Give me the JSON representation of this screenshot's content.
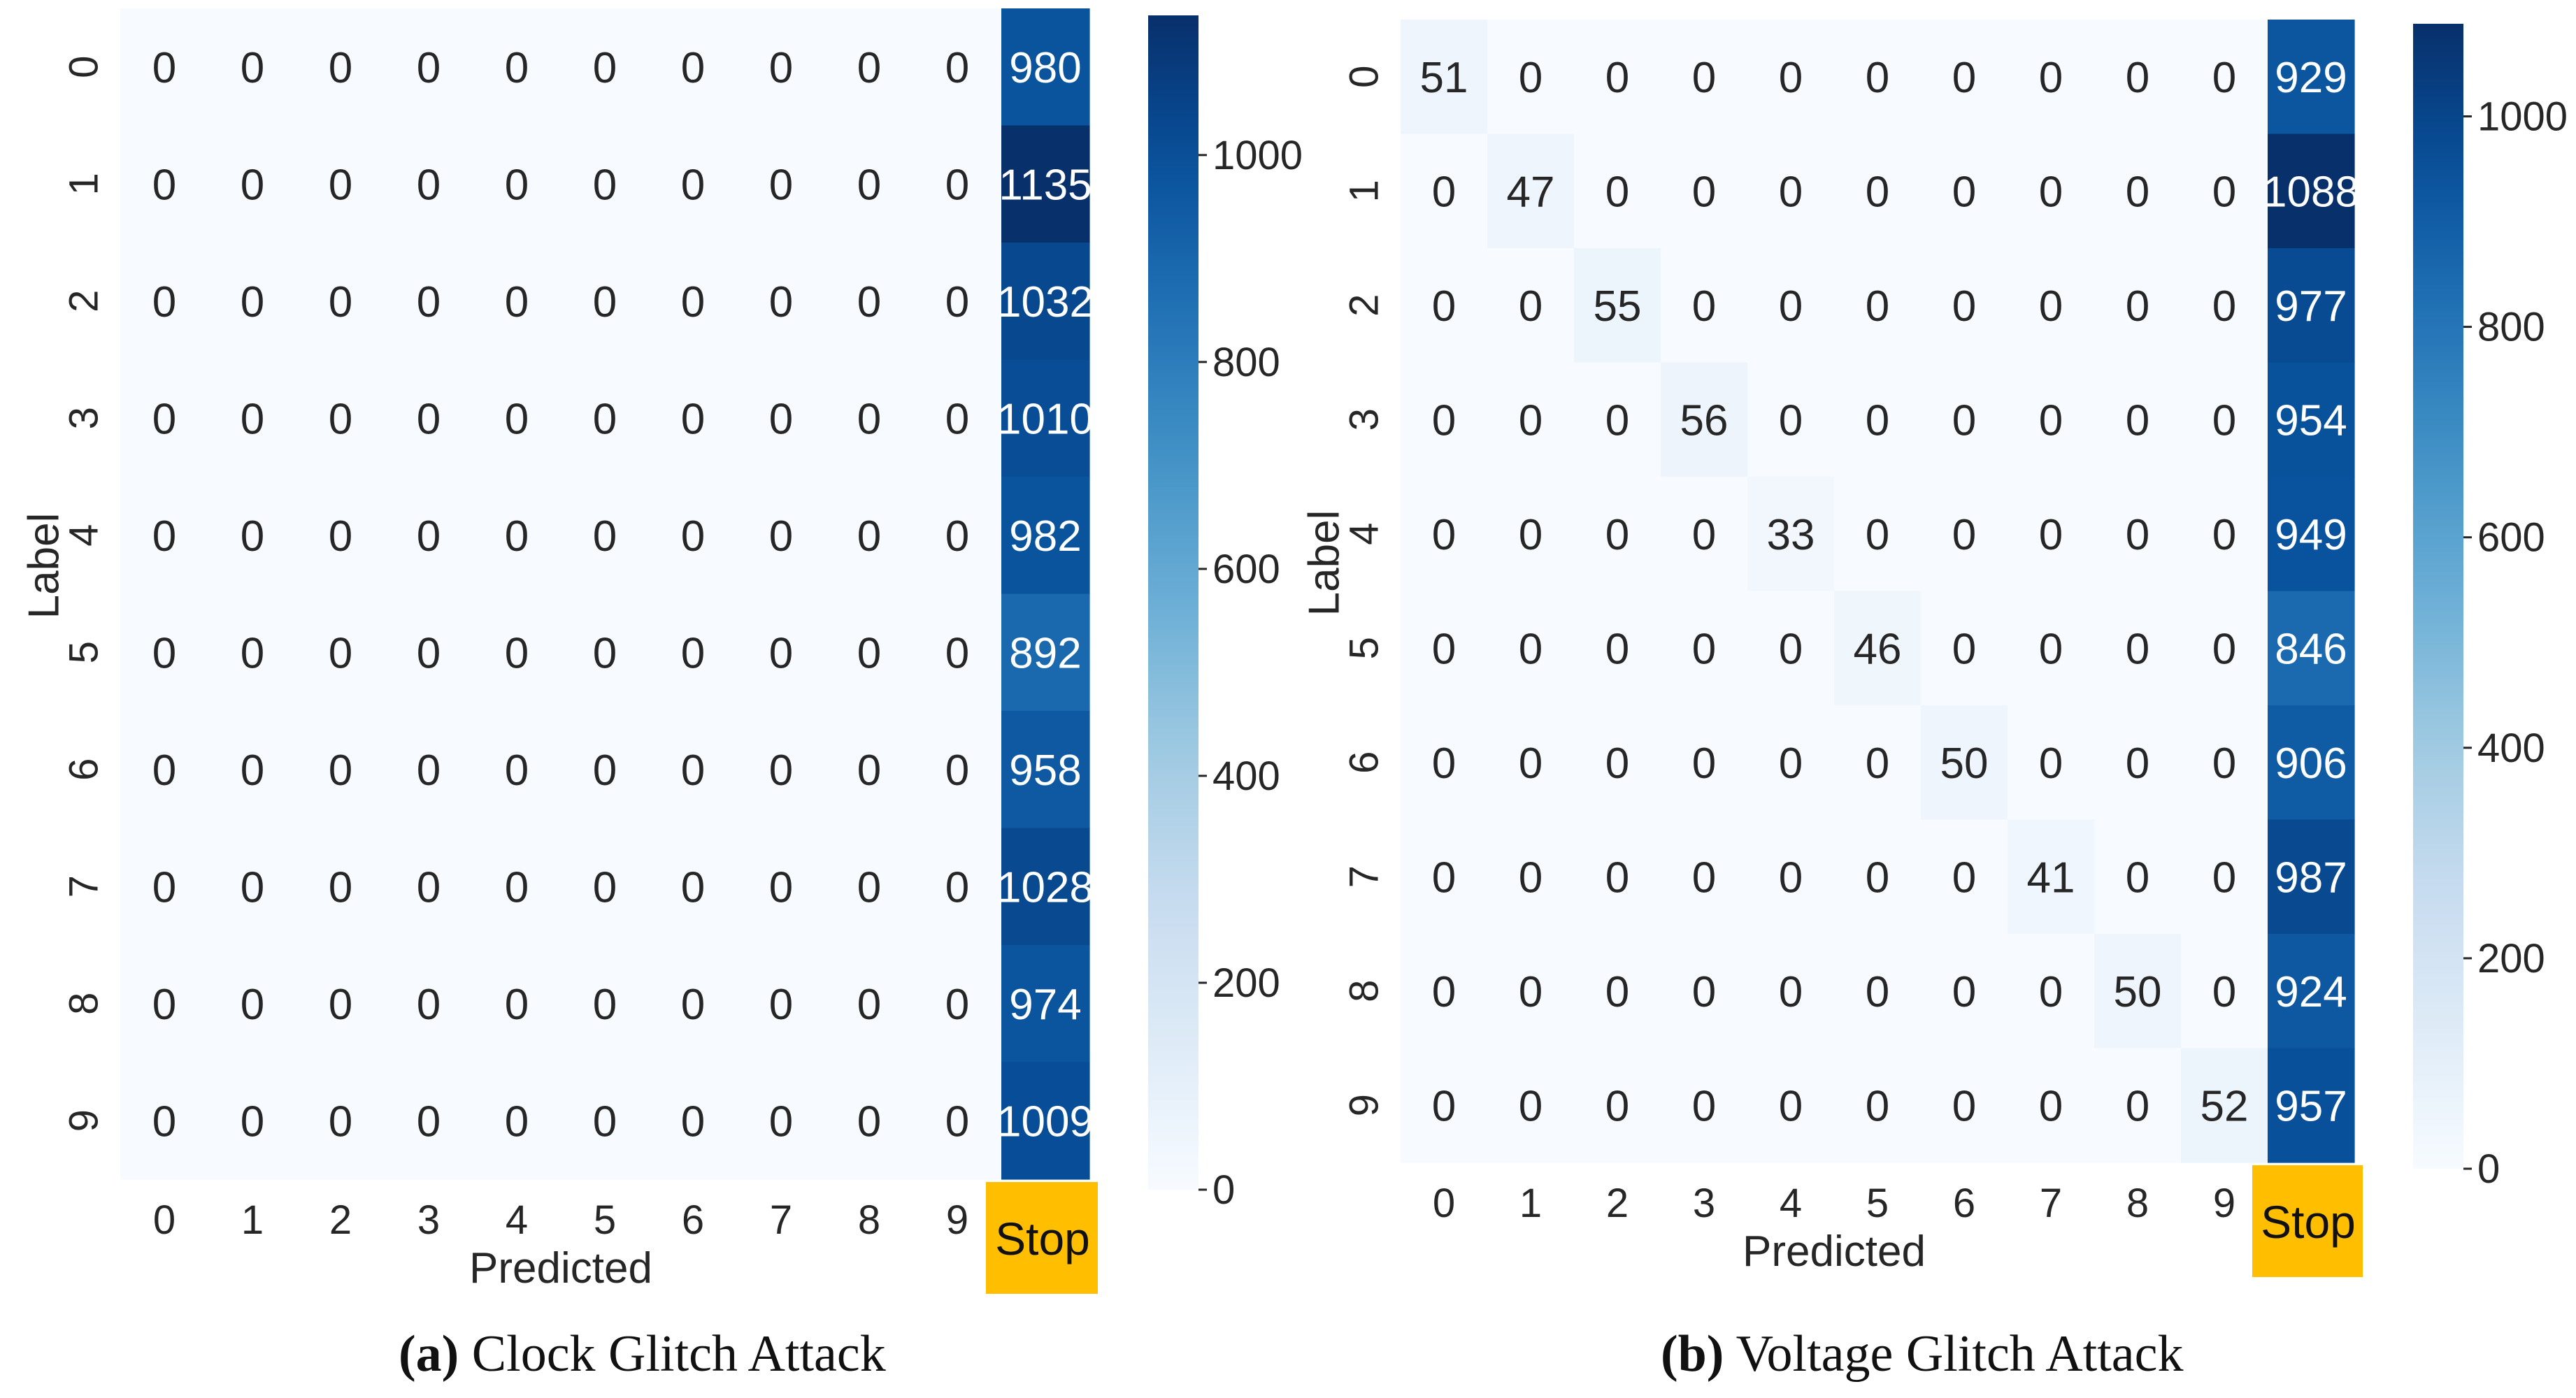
{
  "panels": [
    {
      "caption_tag": "(a)",
      "caption_text": "Clock Glitch Attack",
      "chart_data": {
        "type": "heatmap",
        "title": "",
        "xlabel": "Predicted",
        "ylabel": "Label",
        "x_categories": [
          "0",
          "1",
          "2",
          "3",
          "4",
          "5",
          "6",
          "7",
          "8",
          "9",
          "Stop"
        ],
        "y_categories": [
          "0",
          "1",
          "2",
          "3",
          "4",
          "5",
          "6",
          "7",
          "8",
          "9"
        ],
        "matrix": [
          [
            0,
            0,
            0,
            0,
            0,
            0,
            0,
            0,
            0,
            0,
            980
          ],
          [
            0,
            0,
            0,
            0,
            0,
            0,
            0,
            0,
            0,
            0,
            1135
          ],
          [
            0,
            0,
            0,
            0,
            0,
            0,
            0,
            0,
            0,
            0,
            1032
          ],
          [
            0,
            0,
            0,
            0,
            0,
            0,
            0,
            0,
            0,
            0,
            1010
          ],
          [
            0,
            0,
            0,
            0,
            0,
            0,
            0,
            0,
            0,
            0,
            982
          ],
          [
            0,
            0,
            0,
            0,
            0,
            0,
            0,
            0,
            0,
            0,
            892
          ],
          [
            0,
            0,
            0,
            0,
            0,
            0,
            0,
            0,
            0,
            0,
            958
          ],
          [
            0,
            0,
            0,
            0,
            0,
            0,
            0,
            0,
            0,
            0,
            1028
          ],
          [
            0,
            0,
            0,
            0,
            0,
            0,
            0,
            0,
            0,
            0,
            974
          ],
          [
            0,
            0,
            0,
            0,
            0,
            0,
            0,
            0,
            0,
            0,
            1009
          ]
        ],
        "colormap": "Blues",
        "vmin": 0,
        "vmax": 1135,
        "colorbar_ticks": [
          0,
          200,
          400,
          600,
          800,
          1000
        ],
        "highlight_category": "Stop",
        "highlight_color": "#FFBF00"
      }
    },
    {
      "caption_tag": "(b)",
      "caption_text": "Voltage Glitch Attack",
      "chart_data": {
        "type": "heatmap",
        "title": "",
        "xlabel": "Predicted",
        "ylabel": "Label",
        "x_categories": [
          "0",
          "1",
          "2",
          "3",
          "4",
          "5",
          "6",
          "7",
          "8",
          "9",
          "Stop"
        ],
        "y_categories": [
          "0",
          "1",
          "2",
          "3",
          "4",
          "5",
          "6",
          "7",
          "8",
          "9"
        ],
        "matrix": [
          [
            51,
            0,
            0,
            0,
            0,
            0,
            0,
            0,
            0,
            0,
            929
          ],
          [
            0,
            47,
            0,
            0,
            0,
            0,
            0,
            0,
            0,
            0,
            1088
          ],
          [
            0,
            0,
            55,
            0,
            0,
            0,
            0,
            0,
            0,
            0,
            977
          ],
          [
            0,
            0,
            0,
            56,
            0,
            0,
            0,
            0,
            0,
            0,
            954
          ],
          [
            0,
            0,
            0,
            0,
            33,
            0,
            0,
            0,
            0,
            0,
            949
          ],
          [
            0,
            0,
            0,
            0,
            0,
            46,
            0,
            0,
            0,
            0,
            846
          ],
          [
            0,
            0,
            0,
            0,
            0,
            0,
            50,
            0,
            0,
            0,
            906
          ],
          [
            0,
            0,
            0,
            0,
            0,
            0,
            0,
            41,
            0,
            0,
            987
          ],
          [
            0,
            0,
            0,
            0,
            0,
            0,
            0,
            0,
            50,
            0,
            924
          ],
          [
            0,
            0,
            0,
            0,
            0,
            0,
            0,
            0,
            0,
            52,
            957
          ]
        ],
        "colormap": "Blues",
        "vmin": 0,
        "vmax": 1088,
        "colorbar_ticks": [
          0,
          200,
          400,
          600,
          800,
          1000
        ],
        "highlight_category": "Stop",
        "highlight_color": "#FFBF00"
      }
    }
  ]
}
